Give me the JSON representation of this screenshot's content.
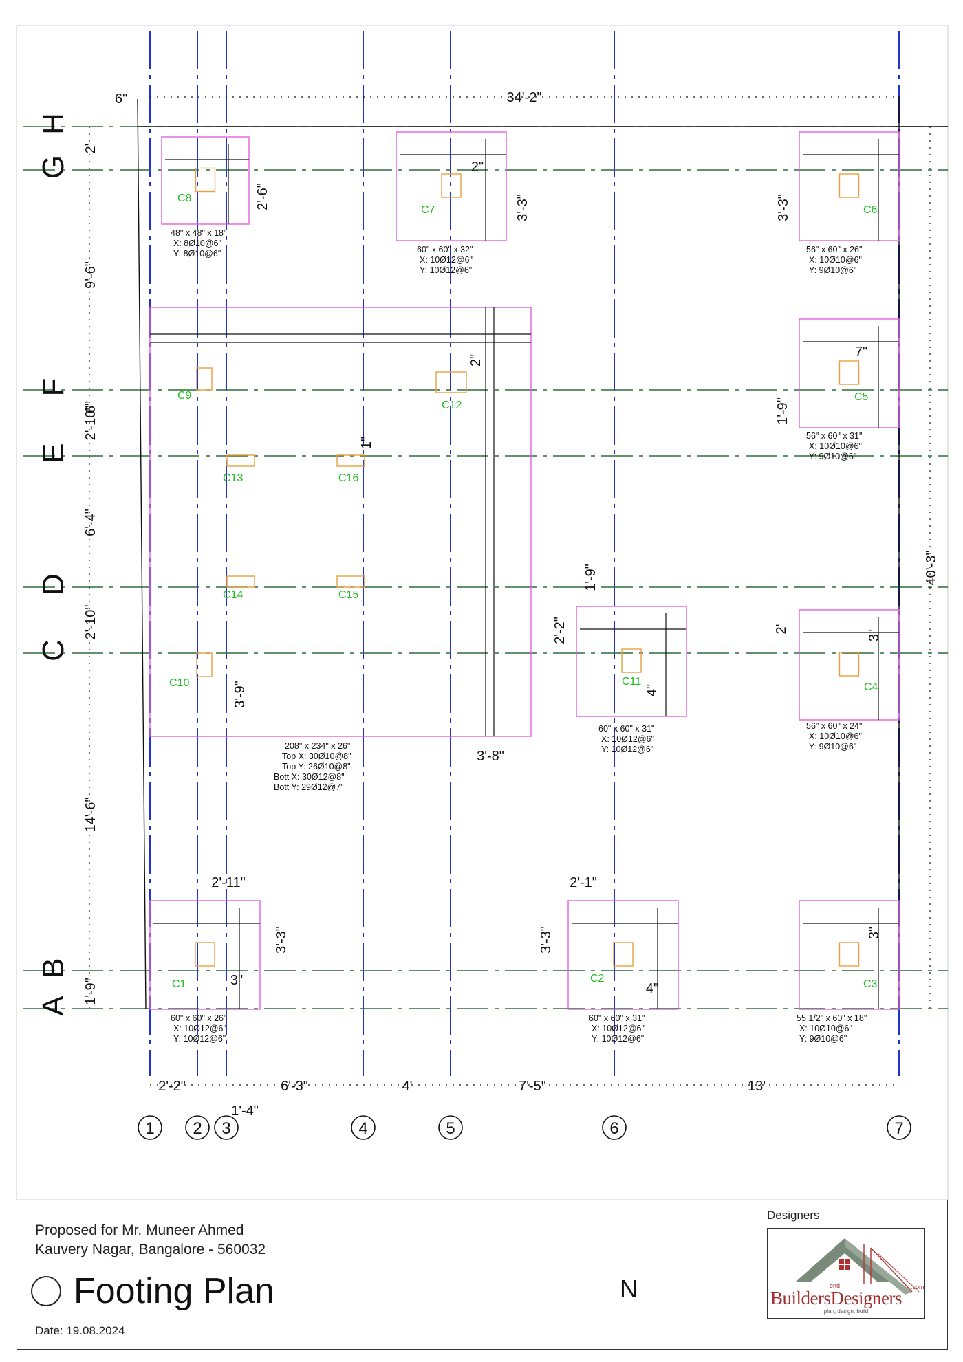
{
  "grid": {
    "vertical_labels": [
      "1",
      "2",
      "3",
      "4",
      "5",
      "6",
      "7"
    ],
    "horizontal_labels": [
      "A",
      "B",
      "C",
      "D",
      "E",
      "F",
      "G",
      "H"
    ],
    "colors": {
      "vertical": "#2233cc",
      "horizontal": "#2e6b3a",
      "footing": "#e060e0",
      "column": "#e8a040",
      "column_label": "#22bb22"
    }
  },
  "dimensions": {
    "overall_top": "34'-2\"",
    "left_offset": "6\"",
    "right_overall": "40'-3\"",
    "left_chain": [
      "2'",
      "9'-6\"",
      "6\"",
      "2'-10\"",
      "6'-4\"",
      "2'-10\"",
      "14'-6\"",
      "1'-9\""
    ],
    "bottom_chain": [
      "2'-2\"",
      "6'-3\"",
      "4'",
      "7'-5\"",
      "13'"
    ],
    "bottom_sub": "1'-4\"",
    "local": [
      "2'-6\"",
      "2\"",
      "3'-3\"",
      "3'-3\"",
      "7\"",
      "1'-9\"",
      "2\"",
      "1\"",
      "1'-9\"",
      "2'-2\"",
      "4\"",
      "2'",
      "3\"",
      "3'-9\"",
      "3'-8\"",
      "2'-11\"",
      "3'-3\"",
      "3\"",
      "2'-1\"",
      "3'-3\"",
      "4\"",
      "3\""
    ]
  },
  "footings": [
    {
      "label": "C8",
      "spec": [
        "48\" x 48\" x 18\"",
        "X: 8Ø10@6\"",
        "Y: 8Ø10@6\""
      ]
    },
    {
      "label": "C7",
      "spec": [
        "60\" x 60\" x 32\"",
        "X: 10Ø12@6\"",
        "Y: 10Ø12@6\""
      ]
    },
    {
      "label": "C6",
      "spec": [
        "56\" x 60\" x 26\"",
        "X: 10Ø10@6\"",
        "Y: 9Ø10@6\""
      ]
    },
    {
      "label": "C5",
      "spec": [
        "56\" x 60\" x 31\"",
        "X: 10Ø10@6\"",
        "Y: 9Ø10@6\""
      ]
    },
    {
      "label": "C11",
      "spec": [
        "60\" x 60\" x 31\"",
        "X: 10Ø12@6\"",
        "Y: 10Ø12@6\""
      ]
    },
    {
      "label": "C4",
      "spec": [
        "56\" x 60\" x 24\"",
        "X: 10Ø10@6\"",
        "Y: 9Ø10@6\""
      ]
    },
    {
      "label": "C1",
      "spec": [
        "60\" x 60\" x 26\"",
        "X: 10Ø12@6\"",
        "Y: 10Ø12@6\""
      ]
    },
    {
      "label": "C2",
      "spec": [
        "60\" x 60\" x 31\"",
        "X: 10Ø12@6\"",
        "Y: 10Ø12@6\""
      ]
    },
    {
      "label": "C3",
      "spec": [
        "55 1/2\" x 60\" x 18\"",
        "X: 10Ø10@6\"",
        "Y: 9Ø10@6\""
      ]
    }
  ],
  "raft": {
    "spec": [
      "208\" x 234\" x 26\"",
      "Top X: 30Ø10@8\"",
      "Top Y: 26Ø10@8\"",
      "Bott X: 30Ø12@8\"",
      "Bott Y: 29Ø12@7\""
    ],
    "columns": [
      "C9",
      "C12",
      "C13",
      "C16",
      "C14",
      "C15",
      "C10"
    ]
  },
  "title_block": {
    "proposed_line1": "Proposed for Mr. Muneer Ahmed",
    "proposed_line2": "Kauvery Nagar, Bangalore - 560032",
    "plan_title": "Footing Plan",
    "date": "Date: 19.08.2024",
    "designers_label": "Designers",
    "north_label": "N",
    "logo": {
      "builders": "Builders",
      "designers": "Designers",
      "end": "end",
      "com": ".com",
      "tagline": "plan, design, build"
    }
  }
}
